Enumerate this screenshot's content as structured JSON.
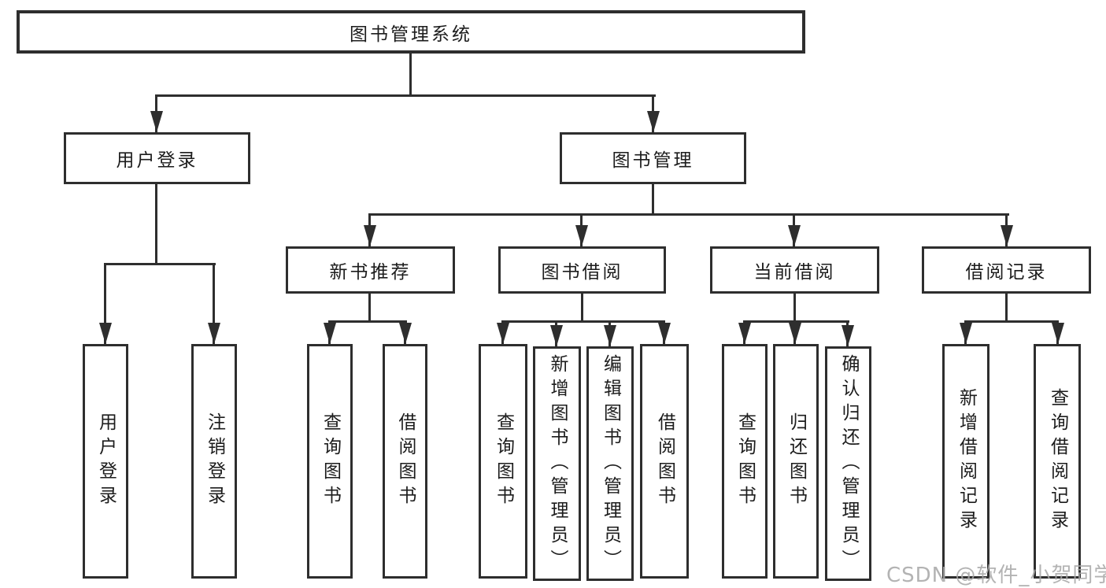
{
  "diagram": {
    "title_node": "图书管理系统",
    "watermark": "CSDN @软件_小贺同学",
    "colors": {
      "line": "#2e2e2e",
      "text": "#1c1c1c",
      "box_background": "#ffffff",
      "watermark": "#a6a6a6"
    },
    "branches": [
      {
        "label": "用户登录",
        "children": [
          "用户登录",
          "注销登录"
        ]
      },
      {
        "label": "图书管理",
        "groups": [
          {
            "label": "新书推荐",
            "children": [
              "查询图书",
              "借阅图书"
            ]
          },
          {
            "label": "图书借阅",
            "children": [
              "查询图书",
              "新增图书（管理员）",
              "编辑图书（管理员）",
              "借阅图书"
            ]
          },
          {
            "label": "当前借阅",
            "children": [
              "查询图书",
              "归还图书",
              "确认归还（管理员）"
            ]
          },
          {
            "label": "借阅记录",
            "children": [
              "新增借阅记录",
              "查询借阅记录"
            ]
          }
        ]
      }
    ]
  }
}
